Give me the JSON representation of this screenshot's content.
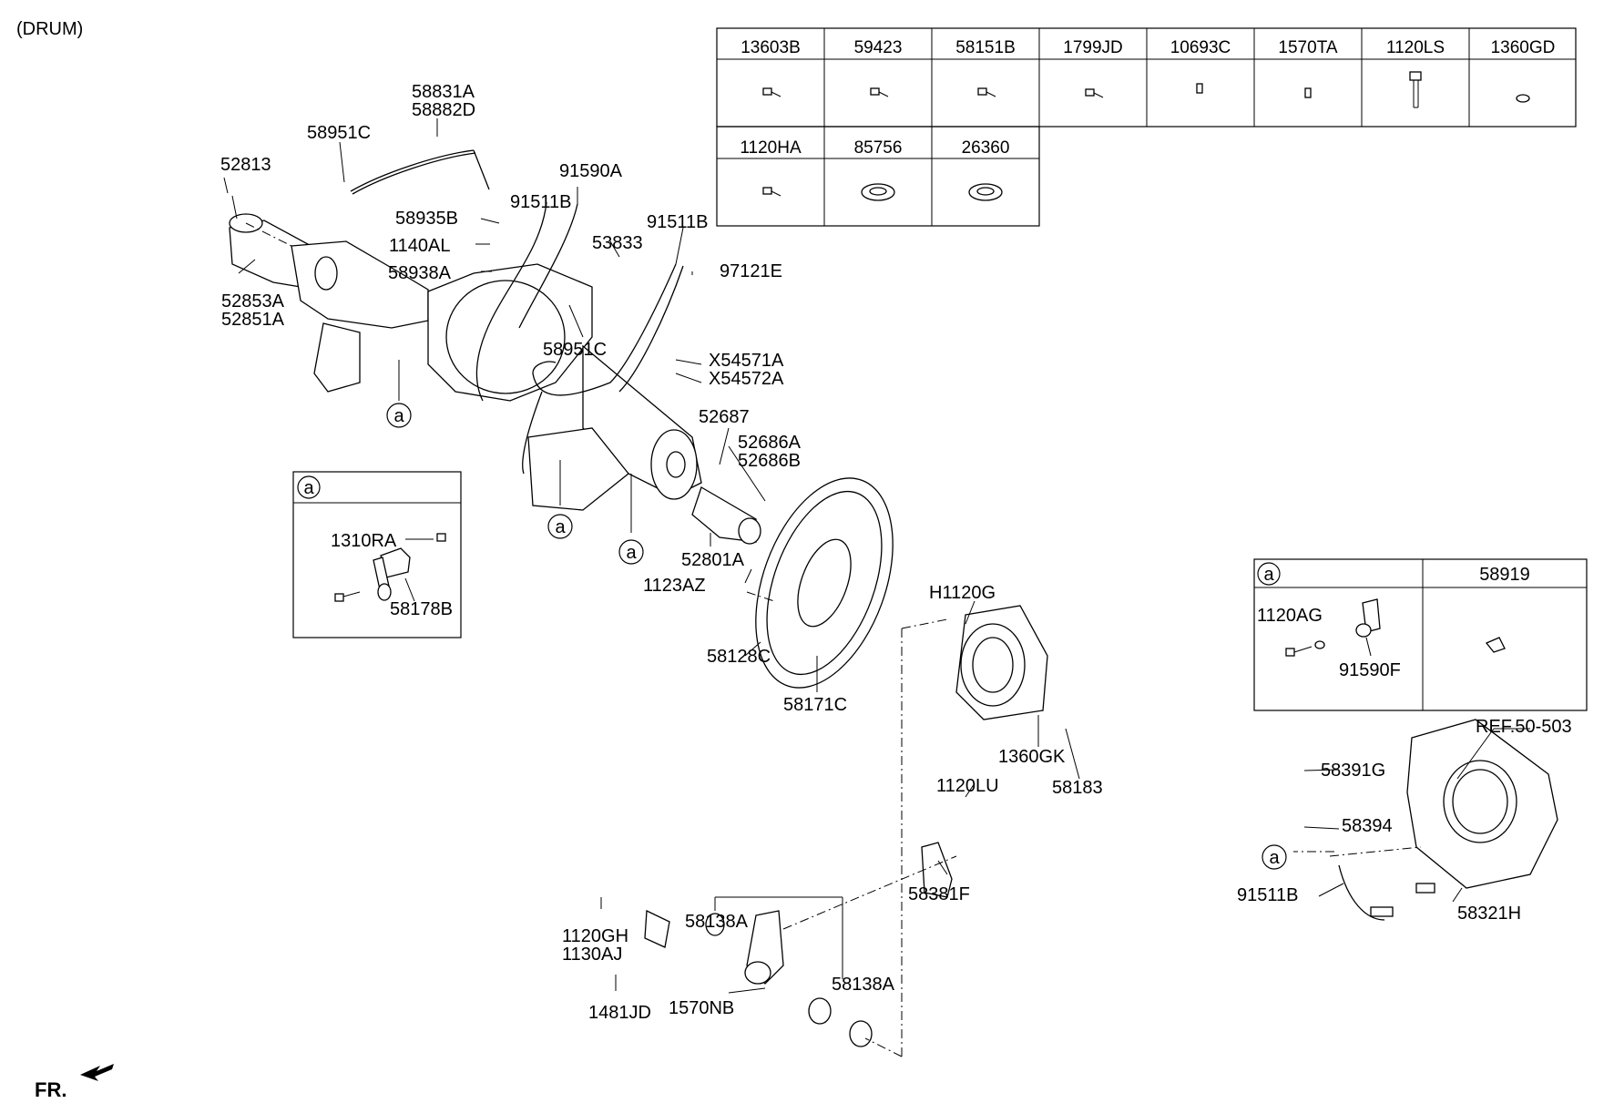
{
  "header": {
    "variant": "(DRUM)"
  },
  "footer": {
    "fr_label": "FR."
  },
  "hardware_table": {
    "row1": [
      "13603B",
      "59423",
      "58151B",
      "1799JD",
      "10693C",
      "1570TA",
      "1120LS",
      "1360GD"
    ],
    "row2": [
      "1120HA",
      "85756",
      "26360"
    ]
  },
  "callout_marker": "a",
  "inset_a_left": {
    "marker": "a",
    "parts": [
      "1310RA",
      "58178B"
    ]
  },
  "inset_a_right": {
    "marker": "a",
    "column2_header": "58919",
    "parts": [
      "1120AG",
      "91590F"
    ]
  },
  "labels": {
    "p58831A": "58831A",
    "p58882D": "58882D",
    "p58951C_top": "58951C",
    "p52813": "52813",
    "p91590A": "91590A",
    "p58935B": "58935B",
    "p91511B_a": "91511B",
    "p91511B_b": "91511B",
    "p1140AL": "1140AL",
    "p53833": "53833",
    "p58938A": "58938A",
    "p97121E": "97121E",
    "p52853A": "52853A",
    "p52851A": "52851A",
    "p58951C_mid": "58951C",
    "pX54571A": "X54571A",
    "pX54572A": "X54572A",
    "p52687": "52687",
    "p52686A": "52686A",
    "p52686B": "52686B",
    "p52801A": "52801A",
    "p1123AZ": "1123AZ",
    "p58128C": "58128C",
    "p58171C": "58171C",
    "pH1120G": "H1120G",
    "p1360GK": "1360GK",
    "p58183": "58183",
    "p1120LU": "1120LU",
    "p58381F": "58381F",
    "p1120GH": "1120GH",
    "p1130AJ": "1130AJ",
    "p58138A_a": "58138A",
    "p58138A_b": "58138A",
    "p1481JD": "1481JD",
    "p1570NB": "1570NB",
    "pREF": "REF.50-503",
    "p58391G": "58391G",
    "p58394": "58394",
    "p91511B_c": "91511B",
    "p58321H": "58321H"
  }
}
